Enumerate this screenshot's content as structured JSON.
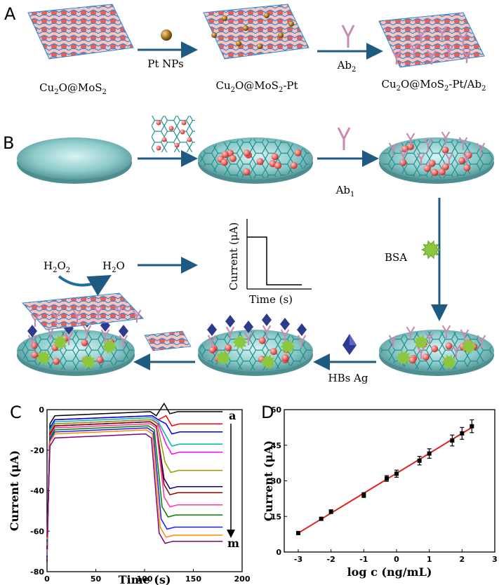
{
  "panel_labels": {
    "A": "A",
    "B": "B",
    "C": "C",
    "D": "D"
  },
  "scheme_a": {
    "material_1": {
      "main": "Cu",
      "sub1": "2",
      "mid": "O@MoS",
      "sub2": "2"
    },
    "material_2": {
      "main": "Cu",
      "sub1": "2",
      "mid": "O@MoS",
      "sub2": "2",
      "tail": "-Pt"
    },
    "material_3": {
      "main": "Cu",
      "sub1": "2",
      "mid": "O@MoS",
      "sub2": "2",
      "tail": "-Pt/Ab",
      "sub3": "2"
    },
    "step_1": "Pt NPs",
    "step_2": {
      "main": "Ab",
      "sub": "2"
    }
  },
  "scheme_b": {
    "ab1": {
      "main": "Ab",
      "sub": "1"
    },
    "bsa": "BSA",
    "hbs_ag": "HBs Ag",
    "h2o2": {
      "p1": "H",
      "s1": "2",
      "p2": "O",
      "s2": "2"
    },
    "h2o": {
      "p1": "H",
      "s1": "2",
      "p2": "O"
    },
    "inset_ylabel": "Current (μA)",
    "inset_xlabel": "Time (s)"
  },
  "colors": {
    "electrode": "#7ec3c5",
    "sphere": "#f06f6a",
    "hexagon": "#1f8f8f",
    "antibody": "#c98ab0",
    "bsa": "#8dc63f",
    "antigen": "#2e3a8c",
    "arrow": "#1f5a82",
    "regression": "#e2231a"
  },
  "chart_data": [
    {
      "type": "line",
      "panel": "C",
      "xlabel": "Time (s)",
      "ylabel": "Current (μA)",
      "xlim": [
        0,
        200
      ],
      "ylim": [
        -80,
        0
      ],
      "xticks": [
        0,
        50,
        100,
        150,
        200
      ],
      "yticks": [
        0,
        -20,
        -40,
        -60,
        -80
      ],
      "annotation_top": "a",
      "annotation_bottom": "m",
      "series": [
        {
          "color": "#000000",
          "initial": -1,
          "final": -1,
          "drop_time": 110
        },
        {
          "color": "#ff0000",
          "initial": -3,
          "final": -7,
          "drop_time": 112
        },
        {
          "color": "#0000ff",
          "initial": -3,
          "final": -11,
          "drop_time": 112
        },
        {
          "color": "#00b3b3",
          "initial": -4,
          "final": -17,
          "drop_time": 112
        },
        {
          "color": "#ff00ff",
          "initial": -5,
          "final": -21,
          "drop_time": 112
        },
        {
          "color": "#999900",
          "initial": -5,
          "final": -30,
          "drop_time": 111
        },
        {
          "color": "#000080",
          "initial": -6,
          "final": -38,
          "drop_time": 110
        },
        {
          "color": "#8b0000",
          "initial": -6,
          "final": -41,
          "drop_time": 110
        },
        {
          "color": "#ff3399",
          "initial": -7,
          "final": -47,
          "drop_time": 110
        },
        {
          "color": "#008000",
          "initial": -8,
          "final": -52,
          "drop_time": 108
        },
        {
          "color": "#1a1aff",
          "initial": -9,
          "final": -58,
          "drop_time": 107
        },
        {
          "color": "#ff8c00",
          "initial": -10,
          "final": -62,
          "drop_time": 106
        },
        {
          "color": "#800080",
          "initial": -12,
          "final": -65,
          "drop_time": 105
        }
      ]
    },
    {
      "type": "scatter",
      "panel": "D",
      "xlabel": "log c (ng/mL)",
      "ylabel": "Current (μA)",
      "xlim": [
        -3,
        3
      ],
      "ylim": [
        0,
        60
      ],
      "xticks": [
        -3,
        -2,
        -1,
        0,
        1,
        2,
        3
      ],
      "yticks": [
        0,
        15,
        30,
        45,
        60
      ],
      "x": [
        -3,
        -2.3,
        -2,
        -1,
        -0.3,
        0,
        0.7,
        1,
        1.7,
        2,
        2.3
      ],
      "y": [
        8,
        14,
        17,
        24,
        31,
        33,
        38.5,
        41.5,
        47,
        50,
        53
      ],
      "error": [
        0.5,
        0.6,
        0.8,
        1.0,
        1.2,
        1.5,
        1.8,
        2.0,
        2.3,
        2.5,
        2.7
      ],
      "fit_line": {
        "x": [
          -3,
          2.3
        ],
        "y": [
          8,
          52.5
        ]
      }
    }
  ]
}
